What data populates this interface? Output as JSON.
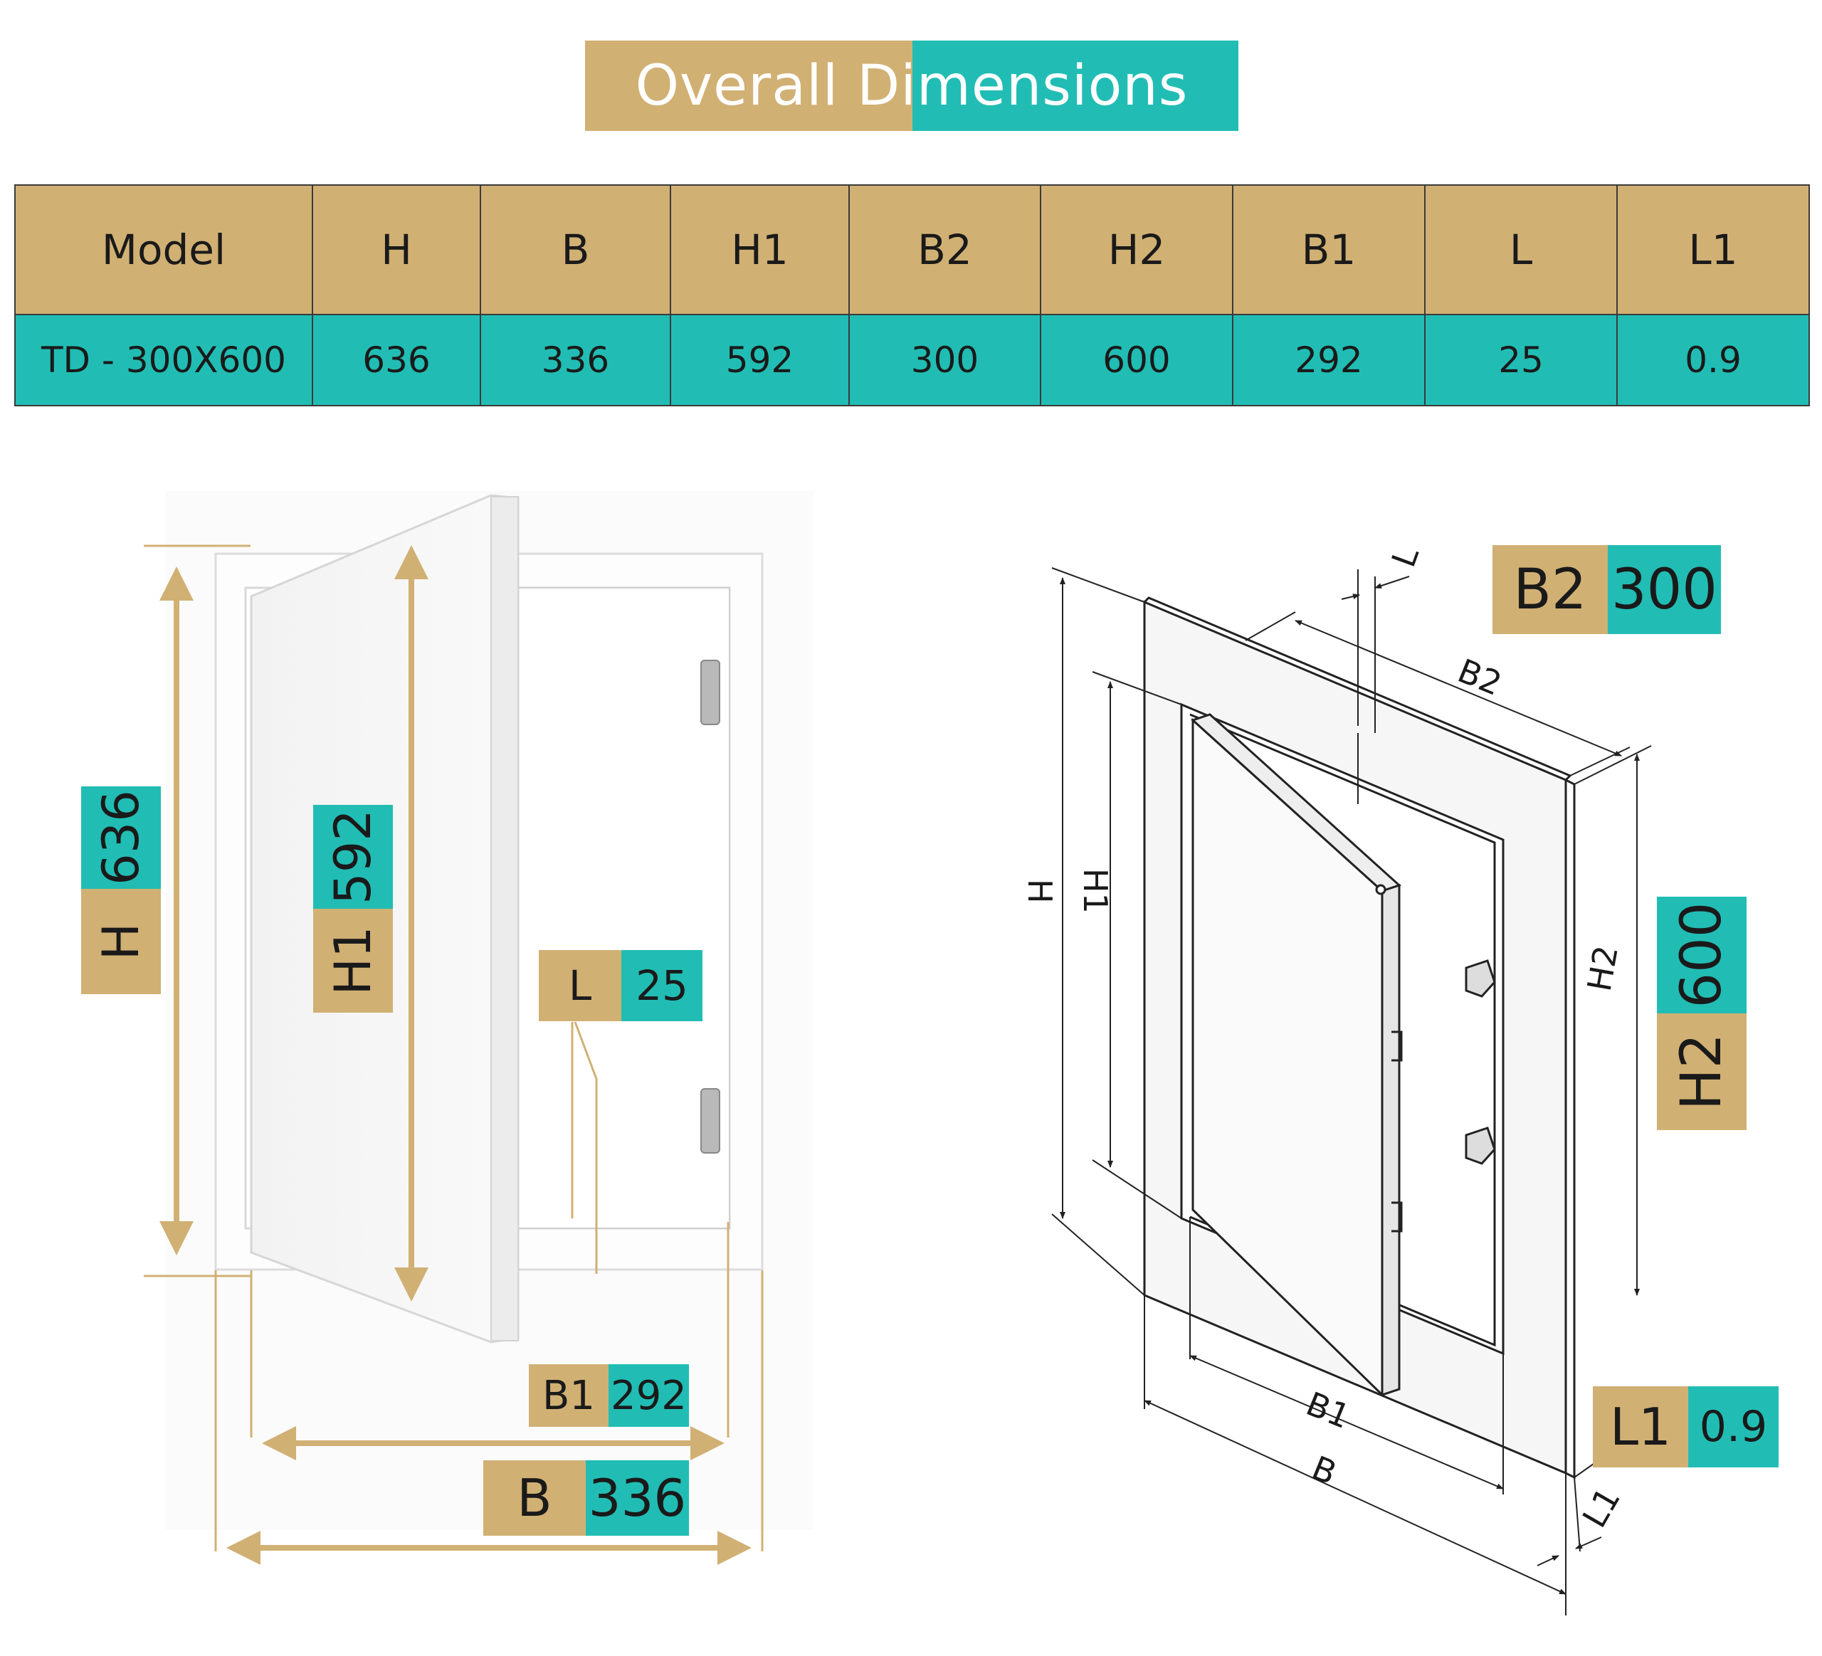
{
  "title": "Overall Dimensions",
  "colors": {
    "gold": "#d1b074",
    "teal": "#21bdb4"
  },
  "table": {
    "headers": [
      "Model",
      "H",
      "B",
      "H1",
      "B2",
      "H2",
      "B1",
      "L",
      "L1"
    ],
    "row": [
      "TD - 300X600",
      "636",
      "336",
      "592",
      "300",
      "600",
      "292",
      "25",
      "0.9"
    ]
  },
  "photo_labels": {
    "H": {
      "name": "H",
      "value": "636"
    },
    "H1": {
      "name": "H1",
      "value": "592"
    },
    "L": {
      "name": "L",
      "value": "25"
    },
    "B1": {
      "name": "B1",
      "value": "292"
    },
    "B": {
      "name": "B",
      "value": "336"
    }
  },
  "drawing_labels": {
    "B2": {
      "name": "B2",
      "value": "300"
    },
    "H2": {
      "name": "H2",
      "value": "600"
    },
    "L1": {
      "name": "L1",
      "value": "0.9"
    }
  },
  "drawing_dimension_text": {
    "L": "L",
    "B2": "B2",
    "H": "H",
    "H1": "H1",
    "H2": "H2",
    "B1": "B1",
    "B": "B",
    "L1": "L1"
  }
}
